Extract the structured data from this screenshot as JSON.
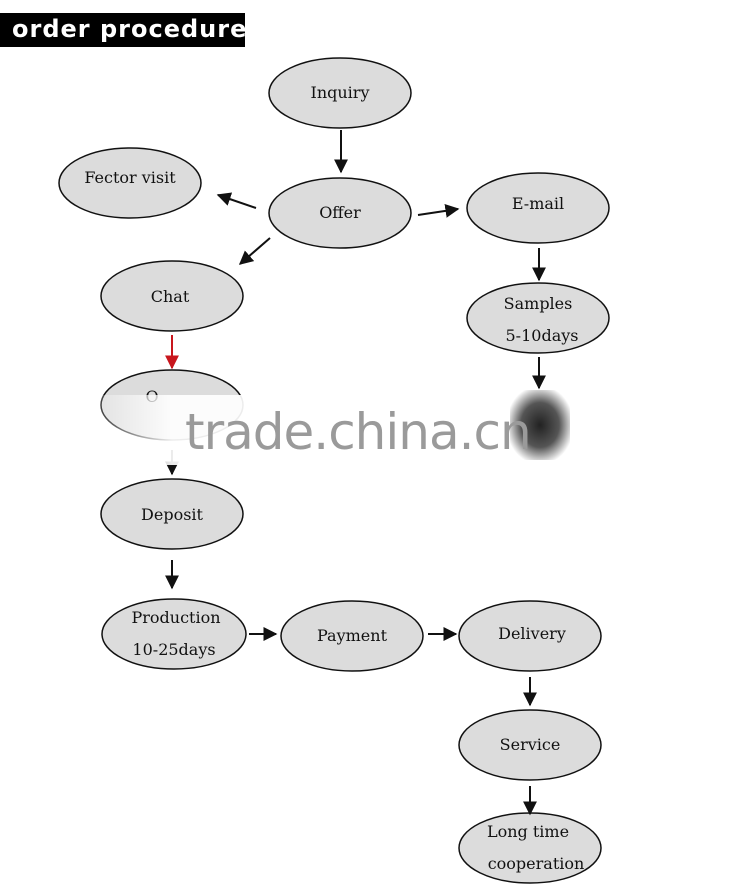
{
  "header": {
    "title": "order procedure"
  },
  "nodes": {
    "inquiry": "Inquiry",
    "fector_visit": "Fector visit",
    "offer": "Offer",
    "email": "E-mail",
    "chat": "Chat",
    "samples_line1": "Samples",
    "samples_line2": "5-10days",
    "order_partial": "O",
    "deposit": "Deposit",
    "production_line1": "Production",
    "production_line2": "10-25days",
    "payment": "Payment",
    "delivery": "Delivery",
    "service": "Service",
    "long_time_line1": "Long time",
    "long_time_line2": "cooperation"
  },
  "watermark": {
    "text": "trade.china.cn"
  },
  "colors": {
    "node_fill": "#dcdcdc",
    "highlight_arrow": "#c8161d",
    "title_bar": "#000000"
  }
}
